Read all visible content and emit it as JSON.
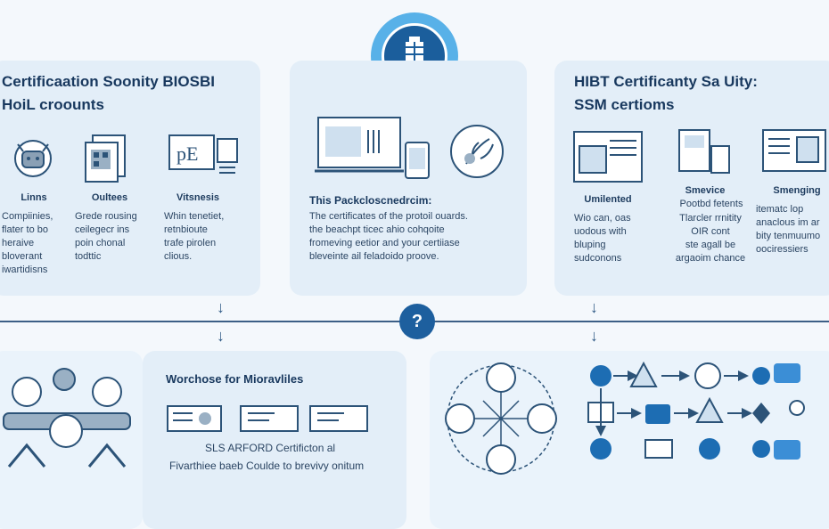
{
  "top_left": {
    "title_line1": "Certificaation Soonity BIOSBI",
    "title_line2": "HoiL croounts",
    "cols": [
      {
        "head": "Linns",
        "text": [
          "Compiinies,",
          "flater to bo",
          "heraive",
          "bloverant",
          "iwartidisns"
        ]
      },
      {
        "head": "Oultees",
        "text": [
          "Grede rousing",
          "ceilegecr ins",
          "poin chonal",
          "todttic"
        ]
      },
      {
        "head": "Vitsnesis",
        "text": [
          "Whin tenetiet,",
          "retnbioute",
          "trafe pirolen",
          "clious."
        ]
      }
    ]
  },
  "top_center": {
    "title": "This Packcloscnedrcim:",
    "text": [
      "The certificates of the protoil ouards.",
      "the beachpt ticec ahio cohqoite",
      "fromeving eetior and your certiiase",
      "bleveinte ail feladoido proove."
    ]
  },
  "top_right": {
    "title_line1": "HIBT Certificanty Sa Uity:",
    "title_line2": "SSM certioms",
    "cols": [
      {
        "head": "Umilented",
        "text": [
          "Wio can, oas",
          "uodous with",
          "bluping",
          "sudconons"
        ]
      },
      {
        "head": "Smevice",
        "sub": "Pootbd fetents",
        "text": [
          "Tlarcler rrnitity",
          "OIR cont",
          "ste agall be",
          "argaoim chance"
        ]
      },
      {
        "head": "Smenging",
        "text": [
          "itematc lop",
          "anaclous im ar",
          "bity tenmuumo",
          "oociressiers"
        ]
      }
    ]
  },
  "center_symbol": "?",
  "bottom_center": {
    "title": "Worchose for Mioravliles",
    "line1": "SLS ARFORD Certificton al",
    "line2": "Fivarthiee baeb Coulde to brevivy onitum"
  },
  "colors": {
    "primary": "#1d5f9e",
    "panel": "#e3eef8",
    "accent": "#58b1e8"
  },
  "icons": [
    "shield-badge-icon",
    "reindeer-head-icon",
    "qr-document-icon",
    "presentation-icon",
    "laptop-icon",
    "tablet-icon",
    "plant-circle-icon",
    "network-diagram-icon",
    "handshake-icon",
    "flow-chart-icon"
  ]
}
